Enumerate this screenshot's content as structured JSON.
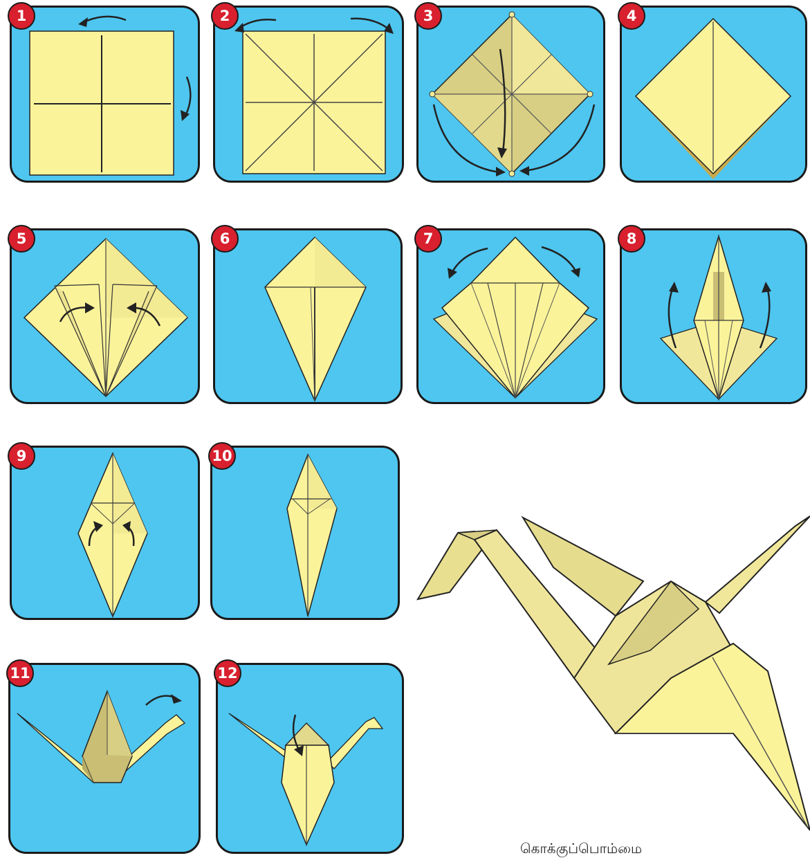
{
  "steps": [
    {
      "number": "1"
    },
    {
      "number": "2"
    },
    {
      "number": "3"
    },
    {
      "number": "4"
    },
    {
      "number": "5"
    },
    {
      "number": "6"
    },
    {
      "number": "7"
    },
    {
      "number": "8"
    },
    {
      "number": "9"
    },
    {
      "number": "10"
    },
    {
      "number": "11"
    },
    {
      "number": "12"
    }
  ],
  "caption": "கொக்குப்பொம்மை",
  "colors": {
    "panel_bg": "#4ec6f0",
    "paper": "#faf39a",
    "paper_shade": "#c9be74",
    "badge": "#d8202e",
    "outline": "#1a1a1a"
  },
  "icons": [
    "fold-arrow-icon",
    "paper-crane"
  ]
}
